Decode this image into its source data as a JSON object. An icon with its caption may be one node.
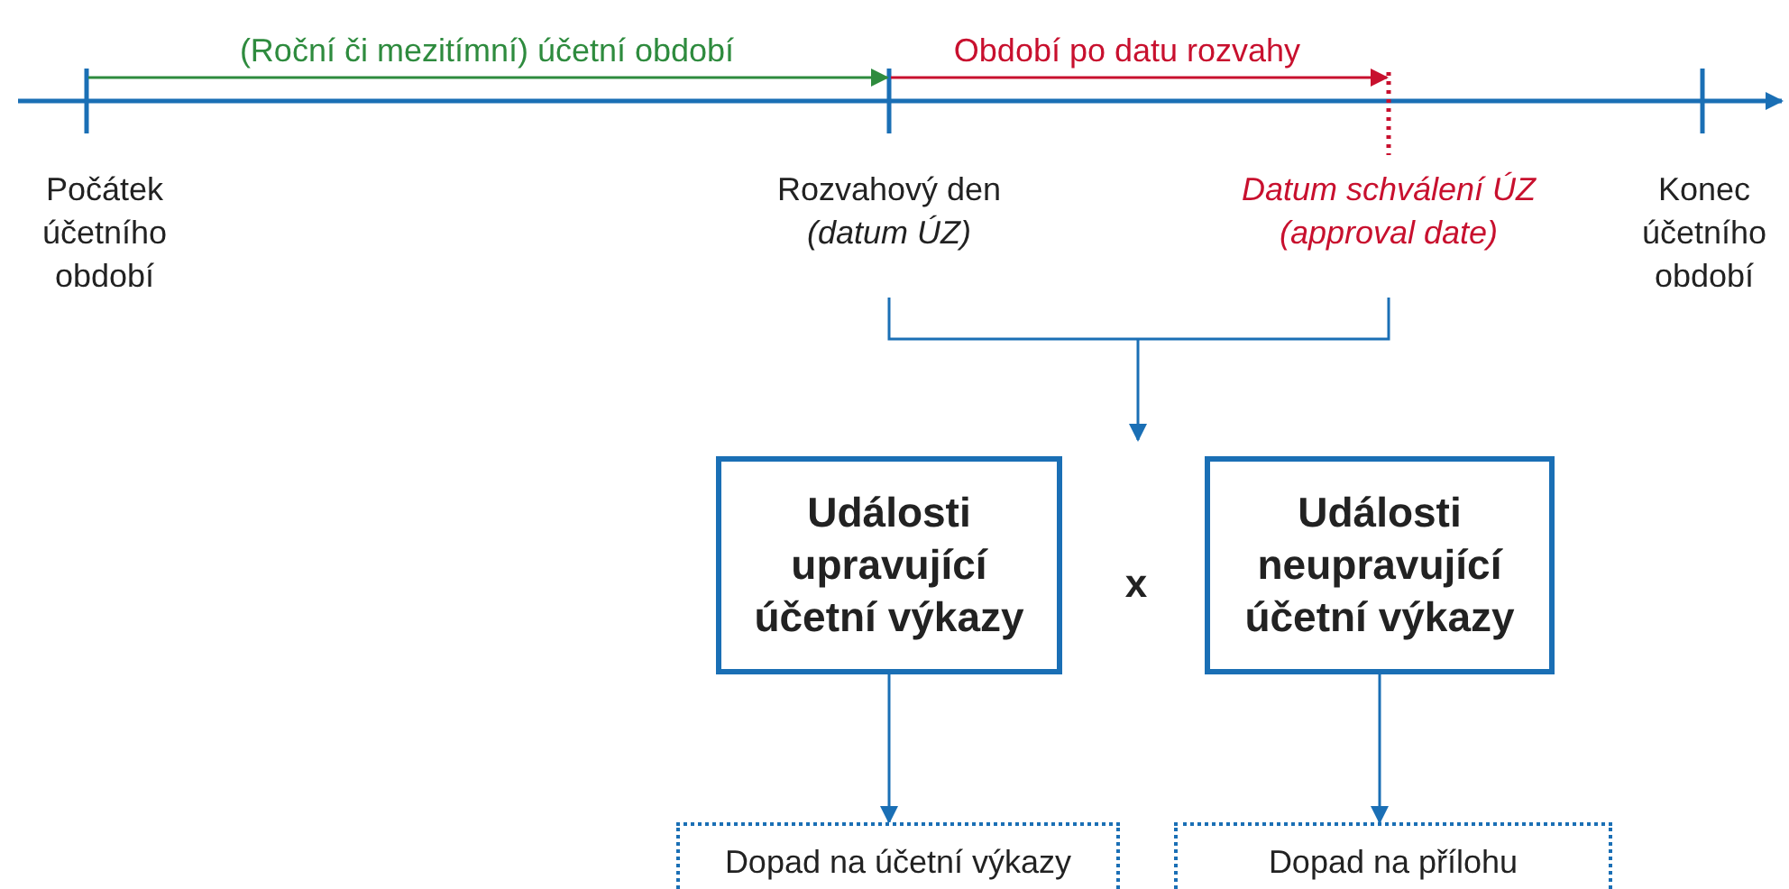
{
  "diagram": {
    "nodes": [
      {
        "text": [
          "Události upravující účetní výkazy"
        ]
      },
      {
        "text": [
          "Události neupravující účetní výkazy"
        ]
      },
      {
        "text": [
          "Dopad na účetní výkazy"
        ]
      },
      {
        "text": [
          "Dopad na přílohu"
        ]
      }
    ],
    "edges": [
      {
        "from": 0,
        "to": 2,
        "arrow": "to"
      },
      {
        "from": 1,
        "to": 3,
        "arrow": "to"
      }
    ],
    "labels": [
      "(Roční či mezitímní) účetní období",
      "Období po datu rozvahy",
      "Počátek účetního období",
      "Rozvahový den",
      "(datum ÚZ)",
      "Datum schválení ÚZ (approval date)",
      "Konec účetního období",
      "x"
    ]
  }
}
